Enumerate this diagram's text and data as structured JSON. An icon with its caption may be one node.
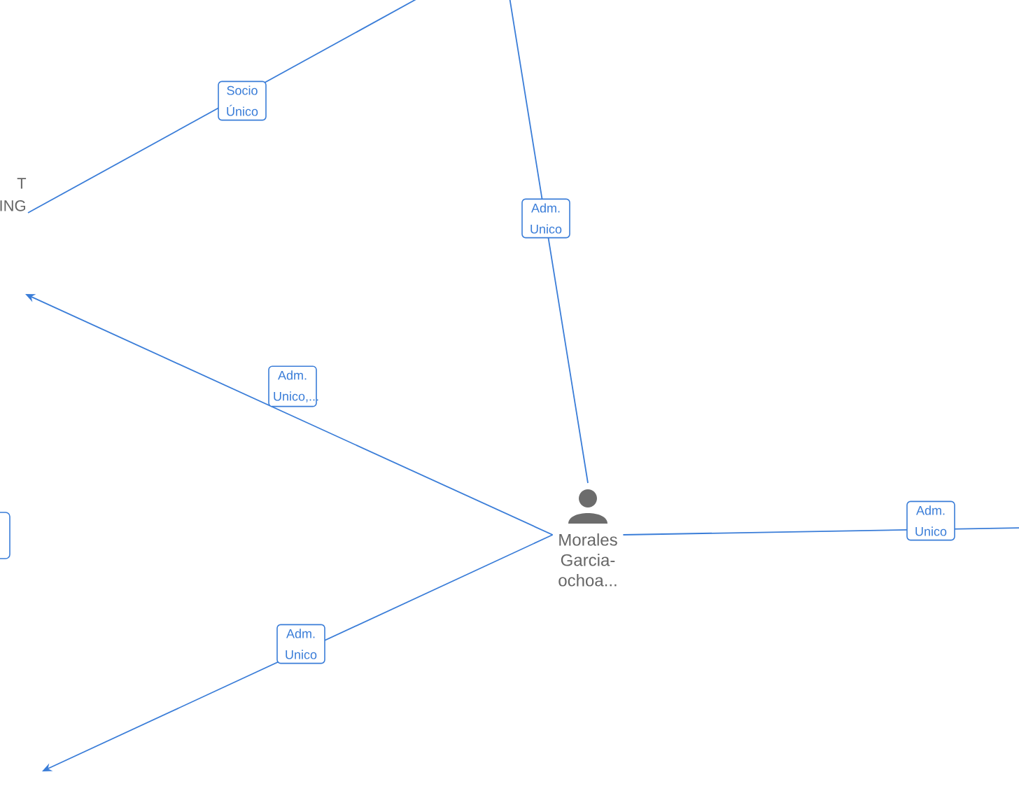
{
  "diagram": {
    "nodes": [
      {
        "text": [
          "Morales Garcia-ochoa..."
        ]
      },
      {
        "text": [
          "T ING"
        ]
      }
    ],
    "edges": [
      {
        "from": 1,
        "to": null,
        "arrow": "none",
        "label": "Socio Único"
      },
      {
        "from": 0,
        "to": null,
        "arrow": "none",
        "label": "Adm. Unico"
      },
      {
        "from": 0,
        "to": null,
        "arrow": "to",
        "label": "Adm. Unico,..."
      },
      {
        "from": 0,
        "to": null,
        "arrow": "to",
        "label": "Adm. Unico"
      },
      {
        "from": 0,
        "to": null,
        "arrow": "none",
        "label": "Adm. Unico"
      }
    ]
  }
}
